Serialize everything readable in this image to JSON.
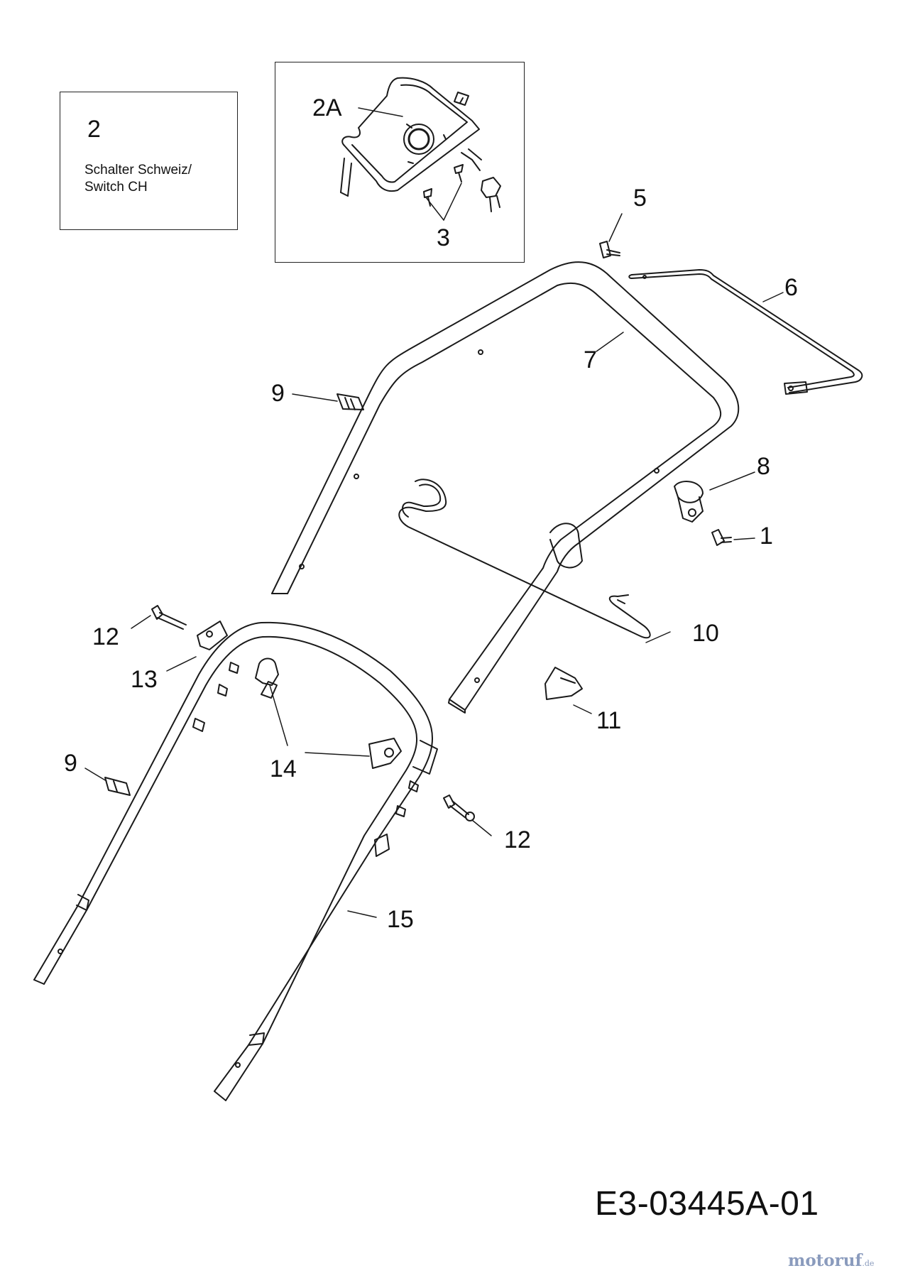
{
  "inset_switch_ch": {
    "part_number": "2",
    "description_line1": "Schalter Schweiz/",
    "description_line2": "Switch CH"
  },
  "inset_switch": {
    "labels": [
      "2A",
      "3"
    ]
  },
  "callouts": {
    "p1": "1",
    "p5": "5",
    "p6": "6",
    "p7": "7",
    "p8": "8",
    "p9_upper": "9",
    "p9_lower": "9",
    "p10": "10",
    "p11": "11",
    "p12_left": "12",
    "p12_right": "12",
    "p13": "13",
    "p14": "14",
    "p15": "15"
  },
  "drawing_number": "E3-03445A-01",
  "watermark": {
    "text": "motoruf",
    "suffix": ".de"
  }
}
